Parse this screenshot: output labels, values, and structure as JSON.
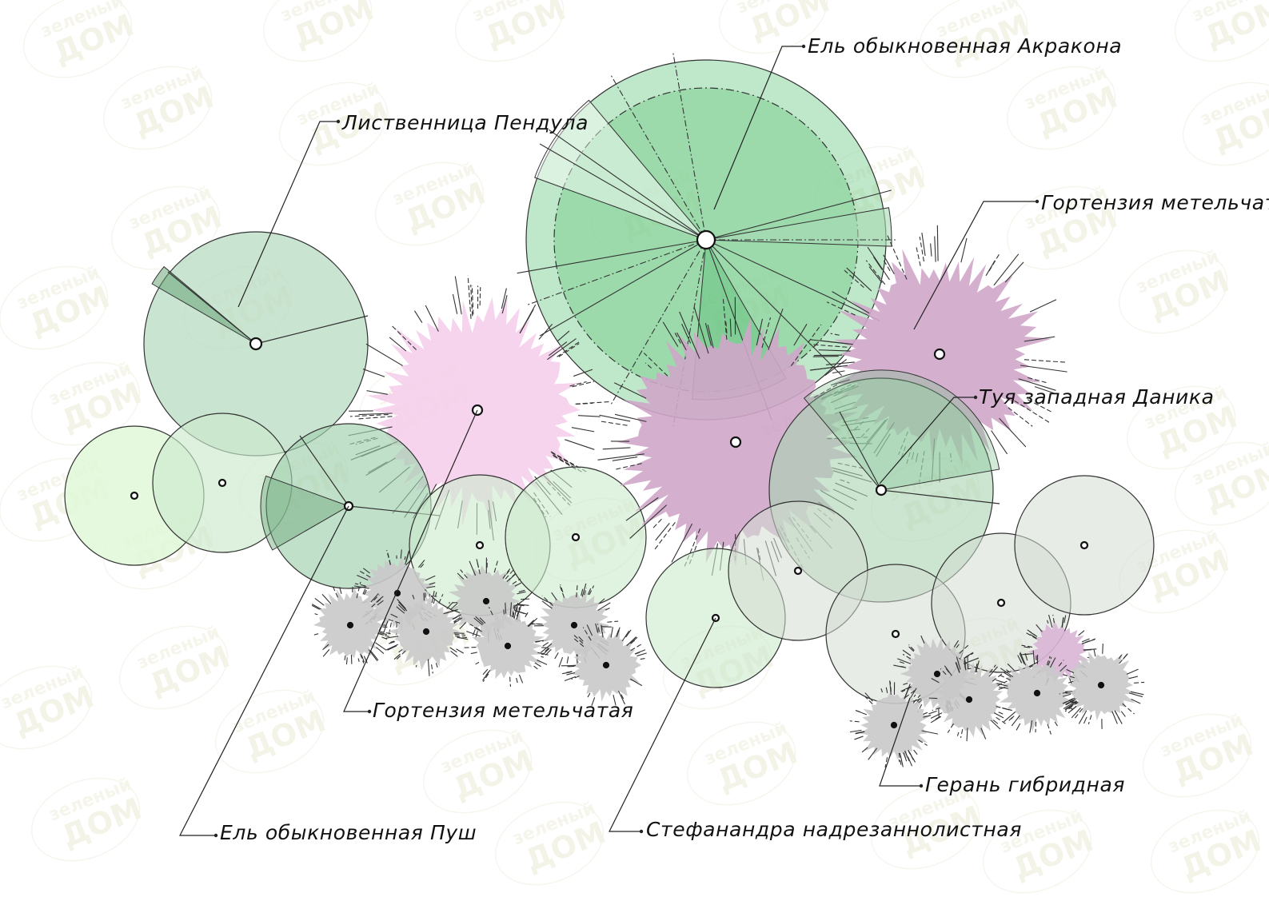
{
  "watermark": {
    "line1": "зеленый",
    "line2": "ДОМ"
  },
  "colors": {
    "larch": "#b3d8bf",
    "spruce_akrakona": "#7fcf94",
    "spruce_push": "#9fcfae",
    "hydrangea_left": "#f4cdea",
    "hydrangea_right": "#cfa6c9",
    "thuja": "#a9d4b3",
    "stephanandra": "#cbe9cc",
    "stephanandra_light": "#dff7d6",
    "stephanandra_grey": "#d3ddd1",
    "geranium": "#c9c9c9",
    "geranium_pink": "#d9b5d6",
    "outline": "#333333"
  },
  "labels": {
    "spruce_akrakona": "Ель обыкновенная Акракона",
    "larch_pendula": "Лиственница Пендула",
    "hydrangea_right": "Гортензия метельчат",
    "thuja_danica": "Туя западная Даника",
    "hydrangea_left": "Гортензия метельчатая",
    "geranium": "Герань гибридная",
    "spruce_push": "Ель обыкновенная Пуш",
    "stephanandra": "Стефанандра надрезаннолистная"
  }
}
